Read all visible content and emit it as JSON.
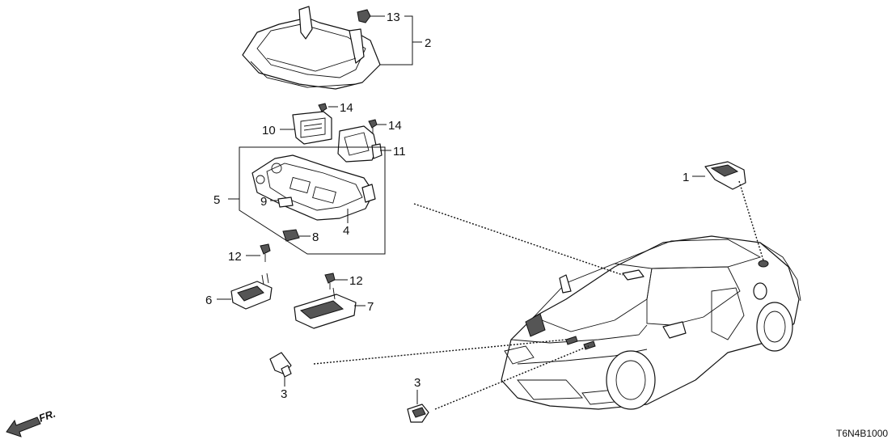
{
  "callouts": {
    "c1": "1",
    "c2": "2",
    "c3a": "3",
    "c3b": "3",
    "c4": "4",
    "c5": "5",
    "c6": "6",
    "c7": "7",
    "c8": "8",
    "c9": "9",
    "c10": "10",
    "c11": "11",
    "c12a": "12",
    "c12b": "12",
    "c13": "13",
    "c14a": "14",
    "c14b": "14"
  },
  "front_indicator": "FR.",
  "diagram_code": "T6N4B1000"
}
